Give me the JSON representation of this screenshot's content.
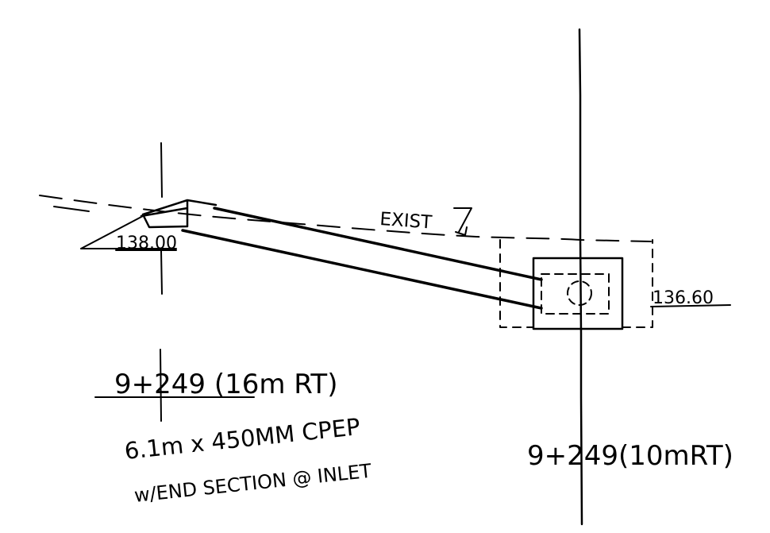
{
  "labels": {
    "elev_outlet": "138.00",
    "elev_inlet": "136.60",
    "existing_grade": "EXIST",
    "station_left": "9+249 (16m RT)",
    "station_right": "9+249(10mRT)",
    "pipe_line1": "6.1m x 450MM CPEP",
    "pipe_line2": "w/END SECTION @ INLET"
  },
  "colors": {
    "ink": "#000000",
    "background": "#ffffff"
  }
}
